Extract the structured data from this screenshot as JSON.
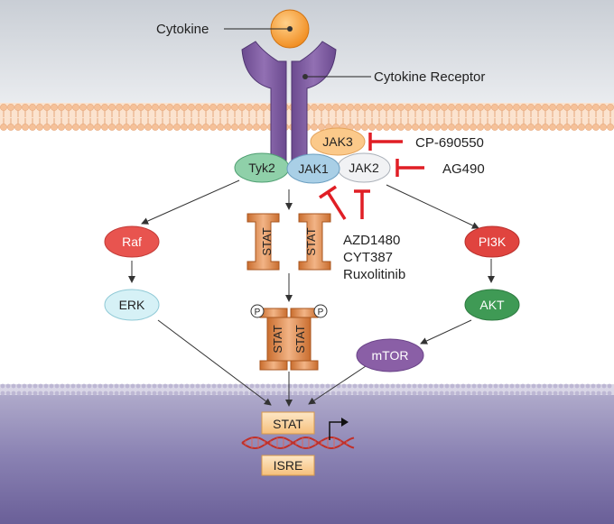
{
  "labels": {
    "cytokine": "Cytokine",
    "cytokine_receptor": "Cytokine Receptor",
    "jak3": "JAK3",
    "tyk2": "Tyk2",
    "jak1": "JAK1",
    "jak2": "JAK2",
    "raf": "Raf",
    "erk": "ERK",
    "pi3k": "PI3K",
    "akt": "AKT",
    "mtor": "mTOR",
    "stat": "STAT",
    "phospho": "P",
    "isre": "ISRE"
  },
  "inhibitors": {
    "jak3_inhibitor": "CP-690550",
    "jak2_inhibitor": "AG490",
    "jak1_jak2_inhibitors": [
      "AZD1480",
      "CYT387",
      "Ruxolitinib"
    ]
  },
  "colors": {
    "extracellular": "#dfe3e8",
    "membrane": "#f3c7a0",
    "nucleus": "#7d73a8",
    "receptor": "#7e5aa0",
    "inhibitor": "#e01e25",
    "ligand": "#f39a2a"
  }
}
